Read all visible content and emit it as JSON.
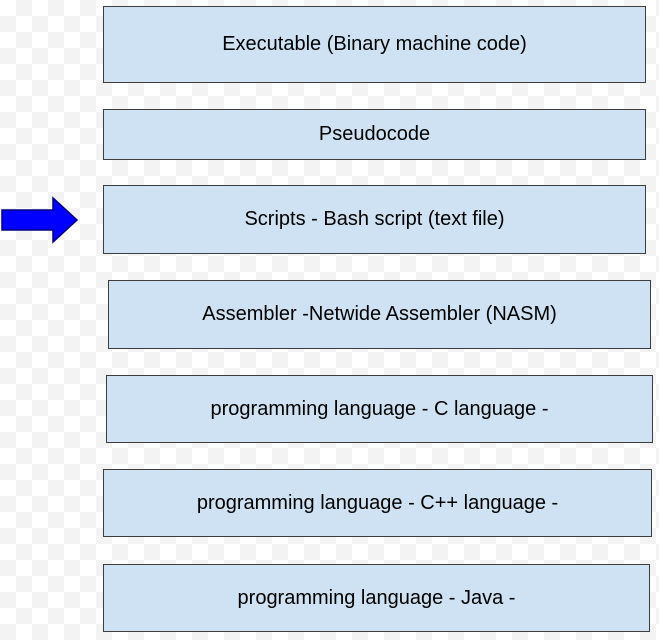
{
  "diagram": {
    "boxes": [
      {
        "label": "Executable (Binary machine code)"
      },
      {
        "label": "Pseudocode"
      },
      {
        "label": "Scripts - Bash script (text file)"
      },
      {
        "label": "Assembler -Netwide Assembler (NASM)"
      },
      {
        "label": "programming language - C language -"
      },
      {
        "label": "programming language - C++ language -"
      },
      {
        "label": "programming language - Java -"
      }
    ],
    "pointer": {
      "icon": "right-arrow-icon",
      "color": "#0000ff",
      "points_to_index": 2
    },
    "colors": {
      "box_fill": "#cfe2f3",
      "box_border": "#3d3d3d"
    }
  }
}
